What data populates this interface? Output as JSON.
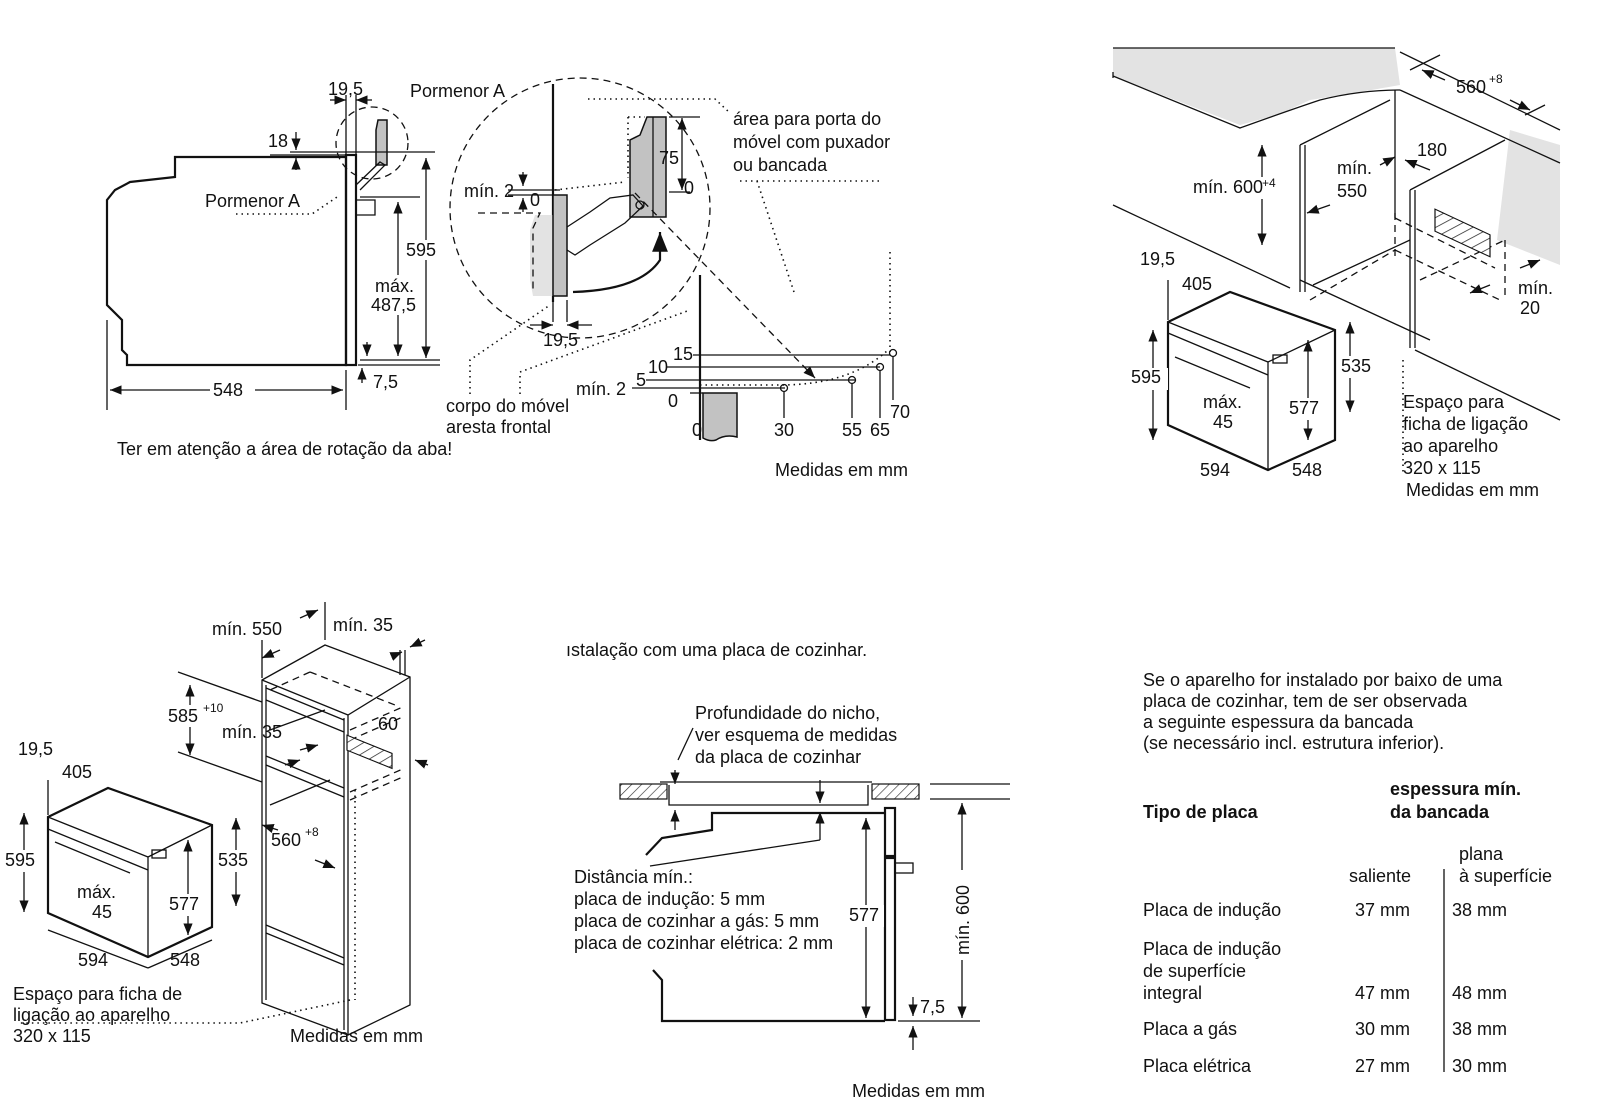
{
  "diagram": {
    "title": "Oven installation dimension drawings",
    "units_note": "Medidas em mm",
    "panel_side_view": {
      "labels": {
        "detail_ref": "Pormenor A",
        "dim_front_thickness": "19,5",
        "dim_top_offset": "18",
        "dim_height": "595",
        "dim_max_label": "máx.",
        "dim_max_value": "487,5",
        "dim_depth": "548",
        "dim_bottom": "7,5"
      },
      "note": "Ter em atenção a área de rotação da aba!"
    },
    "panel_detail_a": {
      "labels": {
        "title": "Pormenor A",
        "area_note_1": "área para porta do",
        "area_note_2": "móvel com puxador",
        "area_note_3": "ou bancada",
        "dim_75": "75",
        "dim_0_top": "0",
        "dim_min2": "mín. 2",
        "dim_0_left": "0",
        "dim_19_5": "19,5",
        "body_note_1": "corpo do móvel",
        "body_note_2": "aresta frontal",
        "units": "Medidas em mm"
      },
      "rotation_graph": {
        "y_labels": [
          "15",
          "10",
          "5",
          "mín. 2",
          "0"
        ],
        "x_labels": [
          "0",
          "30",
          "55",
          "65",
          "70"
        ]
      }
    },
    "panel_under_counter": {
      "labels": {
        "dim_width": "560",
        "dim_width_tol": "+8",
        "dim_height": "mín. 600",
        "dim_height_tol": "+4",
        "dim_depth_1": "mín.",
        "dim_depth_2": "550",
        "dim_180": "180",
        "dim_min20_1": "mín.",
        "dim_min20_2": "20",
        "oven_19_5": "19,5",
        "oven_405": "405",
        "oven_595": "595",
        "oven_max": "máx.",
        "oven_45": "45",
        "oven_577": "577",
        "oven_535": "535",
        "oven_594": "594",
        "oven_548": "548"
      },
      "plug_note": [
        "Espaço para",
        "ficha de ligação",
        "ao aparelho",
        "320 x 115"
      ],
      "units": "Medidas em mm"
    },
    "panel_tall_unit": {
      "labels": {
        "min550": "mín. 550",
        "min35_top": "mín. 35",
        "dim_585": "585",
        "dim_585_tol": "+10",
        "min35_mid": "mín. 35",
        "dim_60": "60",
        "dim_560": "560",
        "dim_560_tol": "+8",
        "oven_19_5": "19,5",
        "oven_405": "405",
        "oven_595": "595",
        "oven_max": "máx.",
        "oven_45": "45",
        "oven_577": "577",
        "oven_535": "535",
        "oven_594": "594",
        "oven_548": "548"
      },
      "plug_note": [
        "Espaço para ficha de",
        "ligação ao aparelho",
        "320 x 115"
      ],
      "units": "Medidas em mm"
    },
    "panel_hob": {
      "heading": "ıstalação com uma placa de cozinhar.",
      "niche_note": [
        "Profundidade do nicho,",
        "ver esquema de medidas",
        "da placa de cozinhar"
      ],
      "distance_note": [
        "Distância mín.:",
        "placa de indução: 5 mm",
        "placa de cozinhar a gás: 5 mm",
        "placa de cozinhar elétrica: 2 mm"
      ],
      "dim_577": "577",
      "dim_min600": "mín. 600",
      "dim_7_5": "7,5",
      "units": "Medidas em mm"
    },
    "panel_table": {
      "intro": [
        "Se o aparelho for instalado por baixo de uma",
        "placa de cozinhar, tem de ser observada",
        "a seguinte espessura da bancada",
        "(se necessário incl. estrutura inferior)."
      ],
      "header_type": "Tipo de placa",
      "header_thickness": [
        "espessura mín.",
        "da bancada"
      ],
      "sub_headers": {
        "protruding": "saliente",
        "flush": [
          "plana",
          "à superfície"
        ]
      },
      "rows": [
        {
          "type": [
            "Placa de indução"
          ],
          "protruding": "37 mm",
          "flush": "38 mm"
        },
        {
          "type": [
            "Placa de indução",
            "de superfície",
            "integral"
          ],
          "protruding": "47 mm",
          "flush": "48 mm"
        },
        {
          "type": [
            "Placa a gás"
          ],
          "protruding": "30 mm",
          "flush": "38 mm"
        },
        {
          "type": [
            "Placa elétrica"
          ],
          "protruding": "27 mm",
          "flush": "30 mm"
        }
      ]
    }
  }
}
